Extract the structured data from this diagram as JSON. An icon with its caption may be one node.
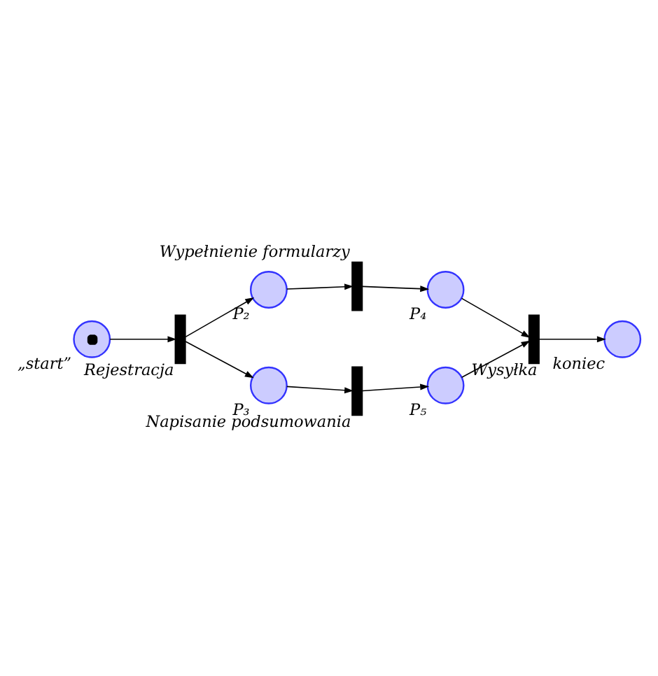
{
  "diagram": {
    "nodes": [
      {
        "text": [],
        "shape": "bar",
        "beside": [
          "Wypełnienie formularzy"
        ]
      },
      {
        "text": [],
        "shape": "circle",
        "beside": [
          "P₂"
        ]
      },
      {
        "text": [],
        "shape": "circle",
        "beside": [
          "P₄"
        ]
      },
      {
        "text": [],
        "shape": "bar",
        "beside": [
          "Rejestracja"
        ]
      },
      {
        "text": [],
        "shape": "bar",
        "beside": [
          "Wysyłka"
        ]
      },
      {
        "text": [],
        "shape": "circle",
        "beside": [
          "P₃"
        ]
      },
      {
        "text": [],
        "shape": "circle",
        "beside": [
          "P₅"
        ]
      },
      {
        "text": [],
        "shape": "circle",
        "beside": [
          "„start”"
        ]
      },
      {
        "text": [],
        "shape": "bar",
        "beside": [
          "Napisanie podsumowania"
        ]
      },
      {
        "text": [],
        "shape": "circle",
        "beside": [
          "koniec"
        ]
      }
    ],
    "edges": [
      {
        "from": 7,
        "to": 3,
        "arrow": "to"
      },
      {
        "from": 3,
        "to": 1,
        "arrow": "to"
      },
      {
        "from": 3,
        "to": 5,
        "arrow": "to"
      },
      {
        "from": 1,
        "to": 0,
        "arrow": "to"
      },
      {
        "from": 0,
        "to": 2,
        "arrow": "to"
      },
      {
        "from": 2,
        "to": 4,
        "arrow": "to"
      },
      {
        "from": 5,
        "to": 8,
        "arrow": "to"
      },
      {
        "from": 8,
        "to": 6,
        "arrow": "to"
      },
      {
        "from": 6,
        "to": 4,
        "arrow": "to"
      },
      {
        "from": 4,
        "to": 9,
        "arrow": "to"
      }
    ]
  }
}
